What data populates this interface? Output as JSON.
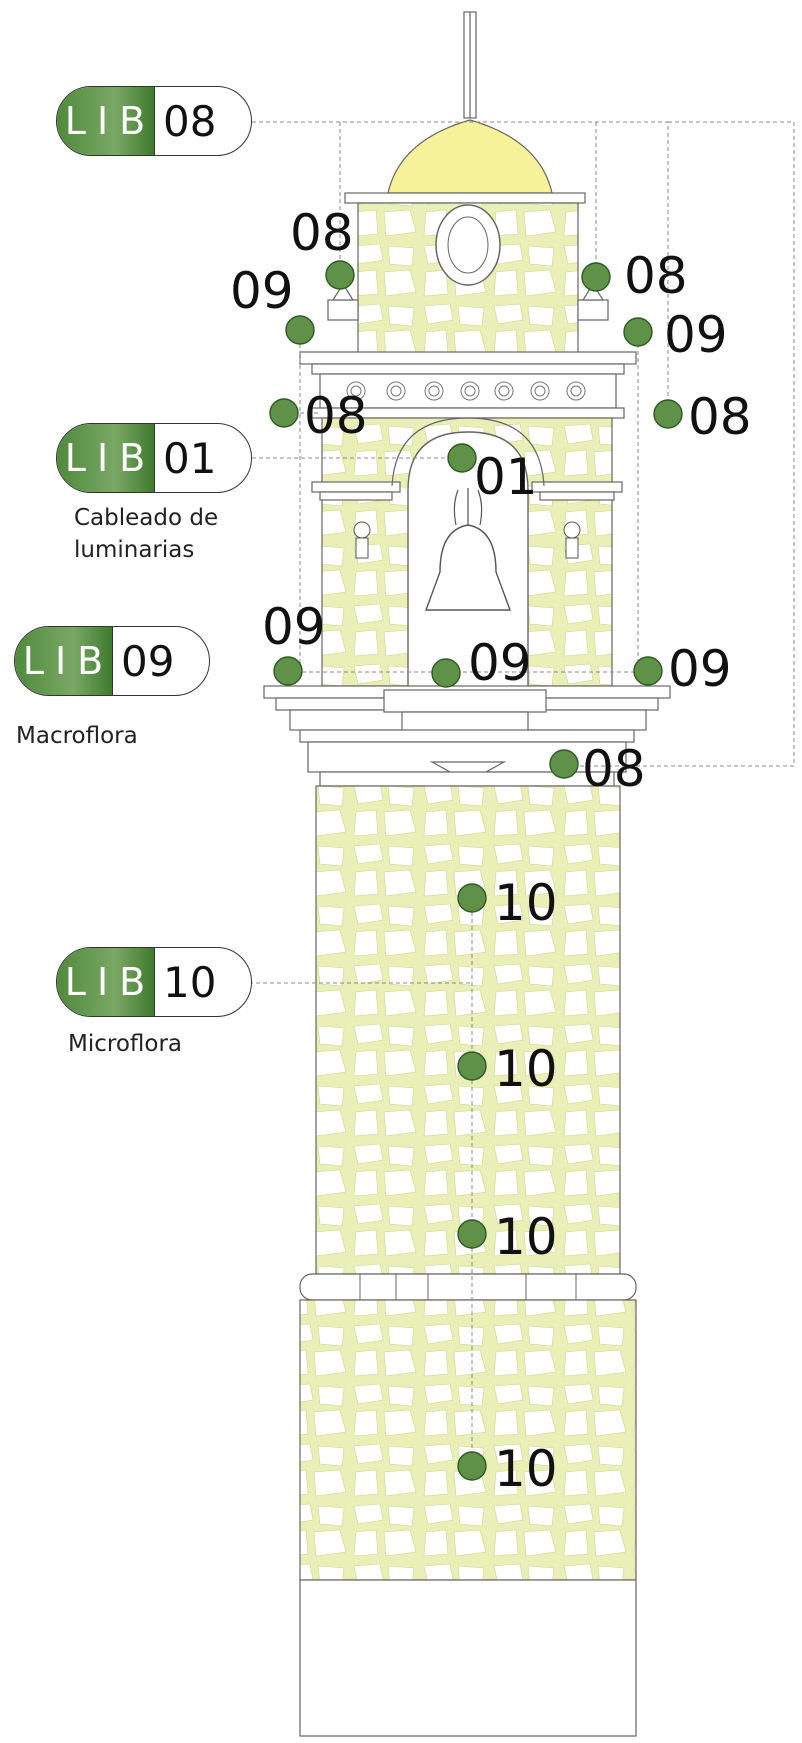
{
  "badges": [
    {
      "code": "LIB",
      "number": "08"
    },
    {
      "code": "LIB",
      "number": "01",
      "description_line1": "Cableado de",
      "description_line2": "luminarias"
    },
    {
      "code": "LIB",
      "number": "09",
      "description_line1": "Macroflora"
    },
    {
      "code": "LIB",
      "number": "10",
      "description_line1": "Microflora"
    }
  ],
  "markers": [
    {
      "label": "08"
    },
    {
      "label": "09"
    },
    {
      "label": "08"
    },
    {
      "label": "09"
    },
    {
      "label": "08"
    },
    {
      "label": "08"
    },
    {
      "label": "01"
    },
    {
      "label": "09"
    },
    {
      "label": "09"
    },
    {
      "label": "09"
    },
    {
      "label": "08"
    },
    {
      "label": "10"
    },
    {
      "label": "10"
    },
    {
      "label": "10"
    },
    {
      "label": "10"
    }
  ],
  "colors": {
    "stone_fill": "#e6eeb0",
    "dome_fill": "#f6f29a",
    "marker_fill": "#5f9148",
    "badge_green": "#4f8a3c",
    "outline": "#555555"
  }
}
